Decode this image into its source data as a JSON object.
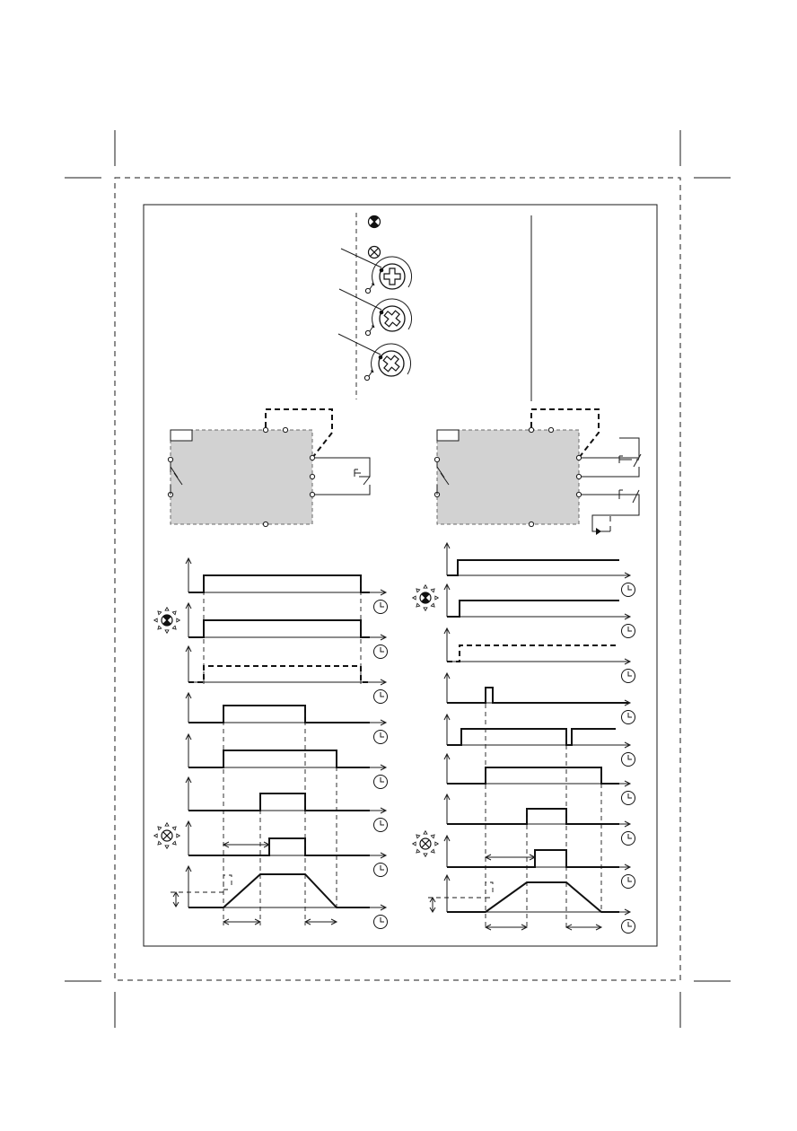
{
  "figure": {
    "page": {
      "paper": "#ffffff",
      "ink": "#1a1a1a",
      "module_fill": "#d2d2d2"
    },
    "icons": [
      "crop-mark-icon",
      "lamp-on-icon",
      "lamp-off-icon",
      "potentiometer-dial-icon",
      "relay-contact-icon",
      "led-blinking-icon",
      "clock-icon",
      "arrow-axis-icon"
    ],
    "left_panel": {
      "timing_rows": 9,
      "blinking_led_rows": [
        1,
        7
      ]
    },
    "right_panel": {
      "timing_rows": 9,
      "blinking_led_rows": [
        1,
        7
      ]
    }
  }
}
